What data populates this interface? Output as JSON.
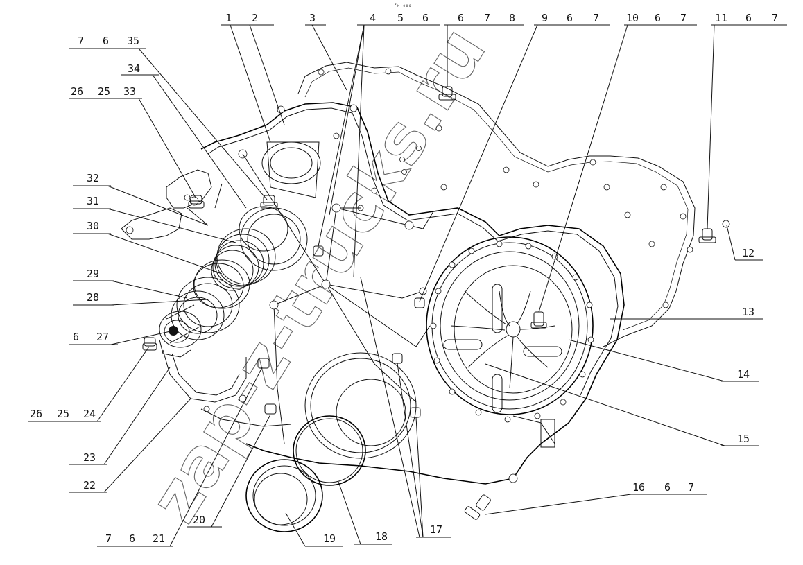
{
  "title_mark": "°ₕ ₀₀₀",
  "watermark": "zap-z-trucks.ru",
  "callouts": [
    {
      "id": "c-top-1-2",
      "nums": [
        "1",
        "2"
      ]
    },
    {
      "id": "c-top-3",
      "nums": [
        "3"
      ]
    },
    {
      "id": "c-top-4-5-6",
      "nums": [
        "4",
        "5",
        "6"
      ]
    },
    {
      "id": "c-top-6-7-8",
      "nums": [
        "6",
        "7",
        "8"
      ]
    },
    {
      "id": "c-top-9-6-7",
      "nums": [
        "9",
        "6",
        "7"
      ]
    },
    {
      "id": "c-top-10-6-7",
      "nums": [
        "10",
        "6",
        "7"
      ]
    },
    {
      "id": "c-top-11-6-7",
      "nums": [
        "11",
        "6",
        "7"
      ]
    },
    {
      "id": "c-left-7-6-35",
      "nums": [
        "7",
        "6",
        "35"
      ]
    },
    {
      "id": "c-left-34",
      "nums": [
        "34"
      ]
    },
    {
      "id": "c-left-26-25-33",
      "nums": [
        "26",
        "25",
        "33"
      ]
    },
    {
      "id": "c-left-32",
      "nums": [
        "32"
      ]
    },
    {
      "id": "c-left-31",
      "nums": [
        "31"
      ]
    },
    {
      "id": "c-left-30",
      "nums": [
        "30"
      ]
    },
    {
      "id": "c-left-29",
      "nums": [
        "29"
      ]
    },
    {
      "id": "c-left-28",
      "nums": [
        "28"
      ]
    },
    {
      "id": "c-left-6-27",
      "nums": [
        "6",
        "27"
      ]
    },
    {
      "id": "c-left-26-25-24",
      "nums": [
        "26",
        "25",
        "24"
      ]
    },
    {
      "id": "c-left-23",
      "nums": [
        "23"
      ]
    },
    {
      "id": "c-left-22",
      "nums": [
        "22"
      ]
    },
    {
      "id": "c-bot-7-6-21",
      "nums": [
        "7",
        "6",
        "21"
      ]
    },
    {
      "id": "c-bot-20",
      "nums": [
        "20"
      ]
    },
    {
      "id": "c-bot-19",
      "nums": [
        "19"
      ]
    },
    {
      "id": "c-bot-18",
      "nums": [
        "18"
      ]
    },
    {
      "id": "c-bot-17",
      "nums": [
        "17"
      ]
    },
    {
      "id": "c-bot-16-6-7",
      "nums": [
        "16",
        "6",
        "7"
      ]
    },
    {
      "id": "c-right-12",
      "nums": [
        "12"
      ]
    },
    {
      "id": "c-right-13",
      "nums": [
        "13"
      ]
    },
    {
      "id": "c-right-14",
      "nums": [
        "14"
      ]
    },
    {
      "id": "c-right-15",
      "nums": [
        "15"
      ]
    }
  ]
}
